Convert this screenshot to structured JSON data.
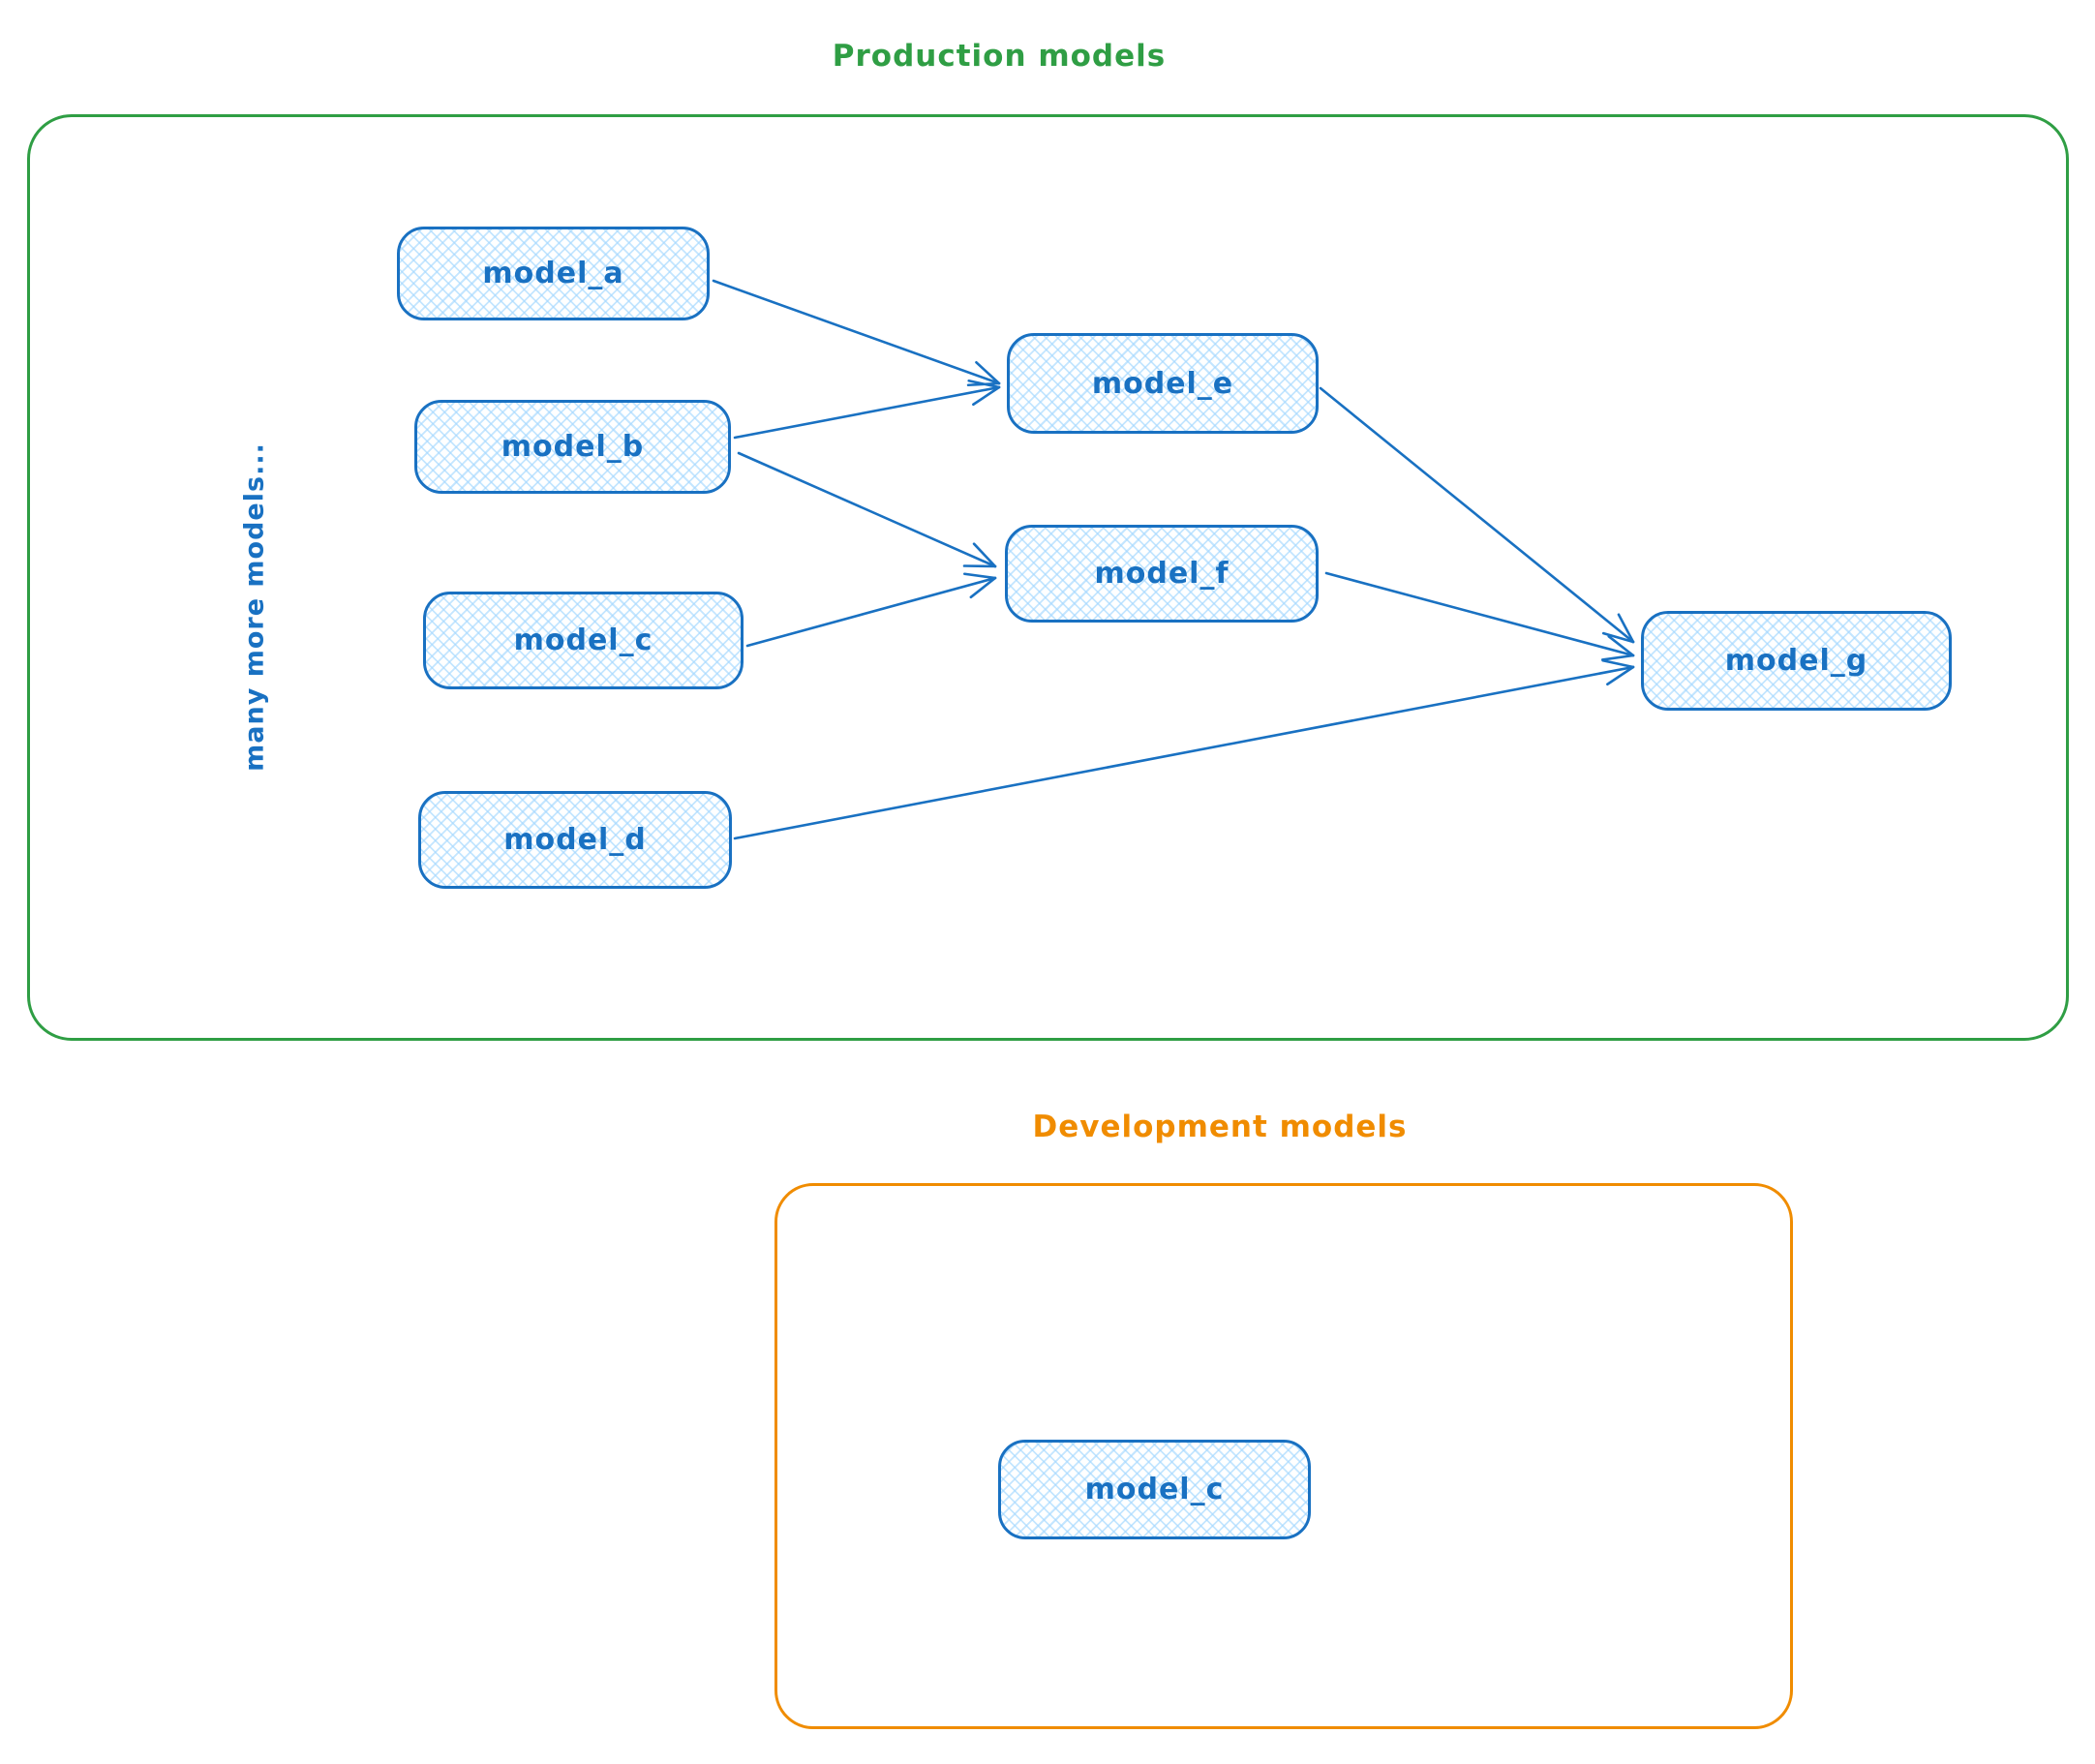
{
  "production": {
    "title": "Production models",
    "side_note": "many more models...",
    "nodes": [
      {
        "id": "model_a",
        "label": "model_a"
      },
      {
        "id": "model_b",
        "label": "model_b"
      },
      {
        "id": "model_c",
        "label": "model_c"
      },
      {
        "id": "model_d",
        "label": "model_d"
      },
      {
        "id": "model_e",
        "label": "model_e"
      },
      {
        "id": "model_f",
        "label": "model_f"
      },
      {
        "id": "model_g",
        "label": "model_g"
      }
    ],
    "edges": [
      {
        "from": "model_a",
        "to": "model_e"
      },
      {
        "from": "model_b",
        "to": "model_e"
      },
      {
        "from": "model_b",
        "to": "model_f"
      },
      {
        "from": "model_c",
        "to": "model_f"
      },
      {
        "from": "model_d",
        "to": "model_g"
      },
      {
        "from": "model_e",
        "to": "model_g"
      },
      {
        "from": "model_f",
        "to": "model_g"
      }
    ]
  },
  "development": {
    "title": "Development models",
    "nodes": [
      {
        "id": "dev_model_c",
        "label": "model_c"
      }
    ]
  },
  "colors": {
    "node_stroke": "#1971c2",
    "node_fill": "#a5d8ff",
    "production_frame": "#2f9e44",
    "development_frame": "#f08c00"
  }
}
